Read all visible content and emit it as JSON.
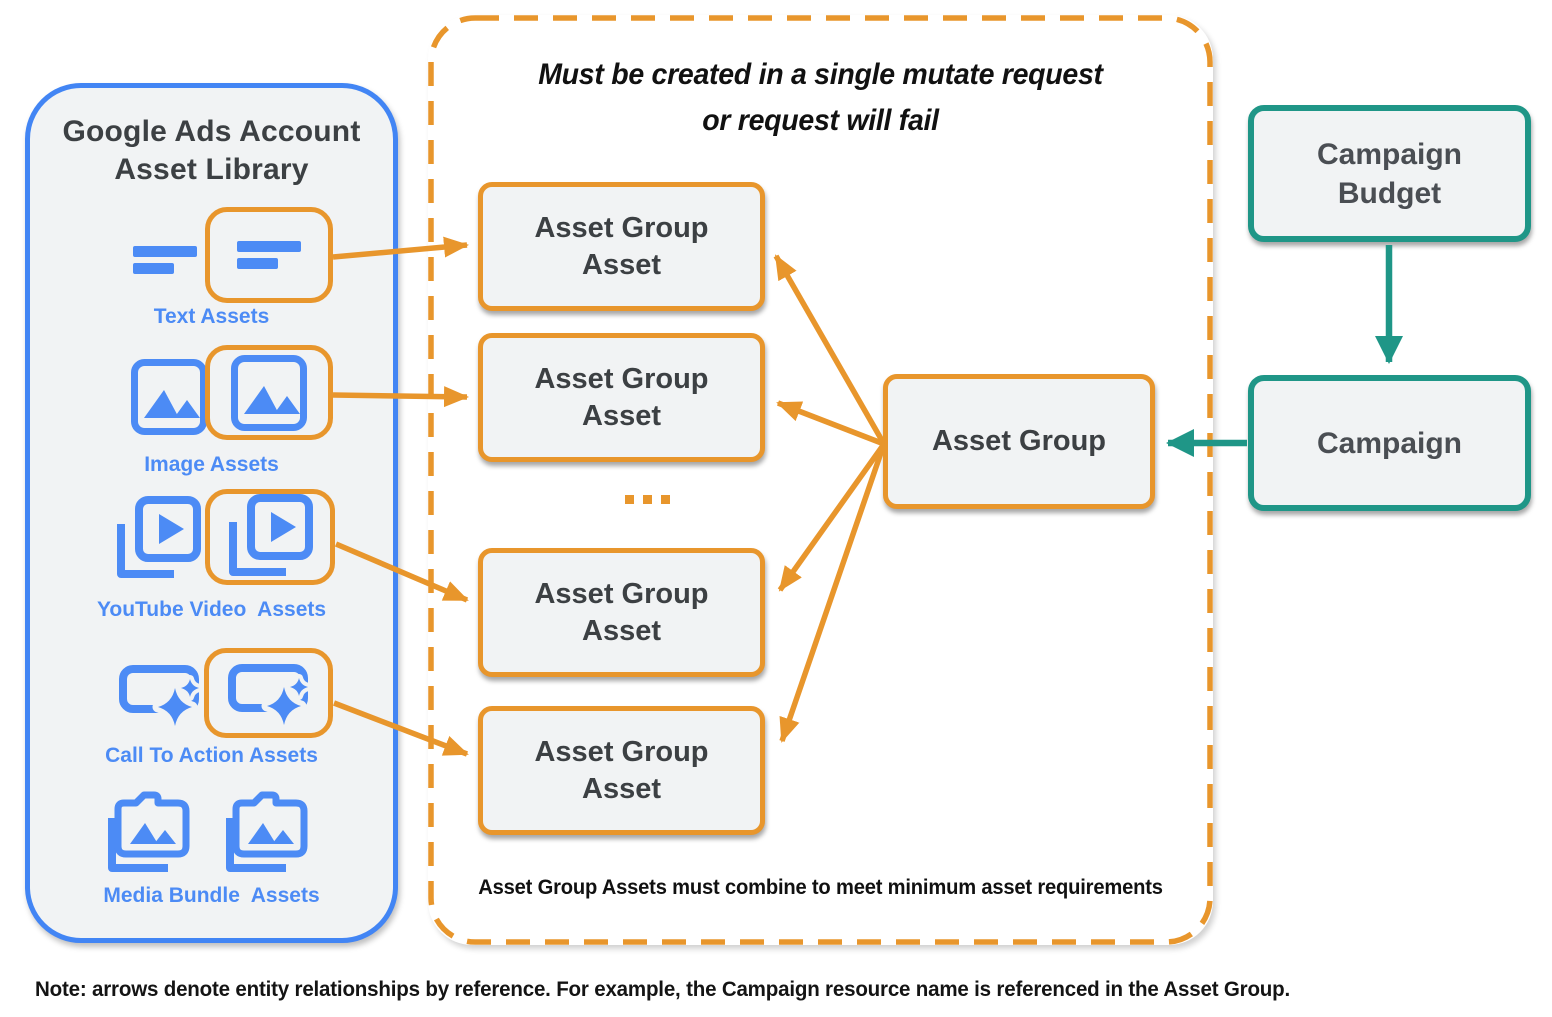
{
  "library": {
    "title_line1": "Google Ads Account",
    "title_line2": "Asset Library",
    "rows": [
      {
        "label": "Text Assets",
        "icon": "text-asset-icon",
        "highlighted": true
      },
      {
        "label": "Image Assets",
        "icon": "image-asset-icon",
        "highlighted": true
      },
      {
        "label": "YouTube Video  Assets",
        "icon": "youtube-video-asset-icon",
        "highlighted": true
      },
      {
        "label": "Call To Action Assets",
        "icon": "call-to-action-asset-icon",
        "highlighted": true
      },
      {
        "label": "Media Bundle  Assets",
        "icon": "media-bundle-asset-icon",
        "highlighted": false
      }
    ]
  },
  "mutate_group": {
    "title_line1": "Must be created in a single mutate request",
    "title_line2": "or request will fail",
    "boxes": [
      {
        "line1": "Asset Group",
        "line2": "Asset"
      },
      {
        "line1": "Asset Group",
        "line2": "Asset"
      },
      {
        "line1": "Asset Group",
        "line2": "Asset"
      },
      {
        "line1": "Asset Group",
        "line2": "Asset"
      }
    ],
    "ellipsis": "...",
    "footnote": "Asset Group Assets must combine to meet minimum asset requirements"
  },
  "asset_group": {
    "label": "Asset Group"
  },
  "campaign_budget": {
    "line1": "Campaign",
    "line2": "Budget"
  },
  "campaign": {
    "label": "Campaign"
  },
  "note": {
    "text": "Note: arrows denote entity relationships by reference. For example, the Campaign resource name is referenced in the Asset Group."
  },
  "colors": {
    "orange": "#E8962C",
    "blue": "#4C8BF5",
    "panel_border_blue": "#4285F4",
    "teal": "#1F9687",
    "box_fill": "#F1F3F4",
    "box_text": "#3C4043"
  }
}
